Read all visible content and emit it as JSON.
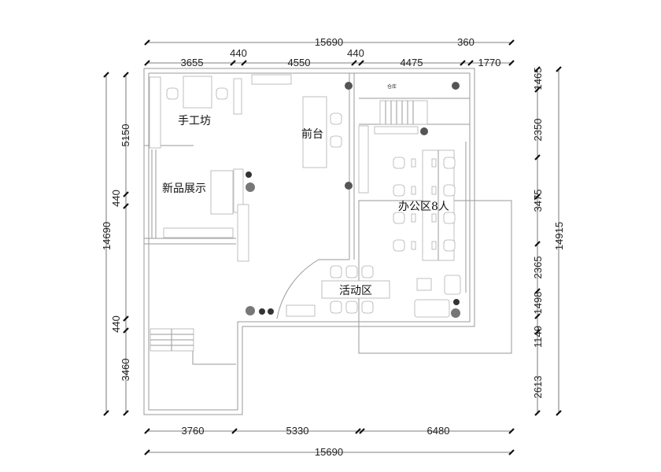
{
  "rooms": {
    "craft": "手工坊",
    "reception": "前台",
    "showcase": "新品展示",
    "office": "办公区8人",
    "activity": "活动区",
    "storage": "仓库"
  },
  "dimensions": {
    "top_total": "15690",
    "top_extra": "360",
    "top_segments": [
      "3655",
      "440",
      "4550",
      "440",
      "4475",
      "1770"
    ],
    "left_total": "14690",
    "left_segments": [
      "5150",
      "440",
      "440",
      "3460"
    ],
    "right_segments": [
      "1465",
      "2350",
      "3475",
      "2365",
      "1498",
      "1149",
      "2613"
    ],
    "right_total": "14915",
    "bottom_segments": [
      "3760",
      "5330",
      "6480"
    ],
    "bottom_total": "15690"
  }
}
